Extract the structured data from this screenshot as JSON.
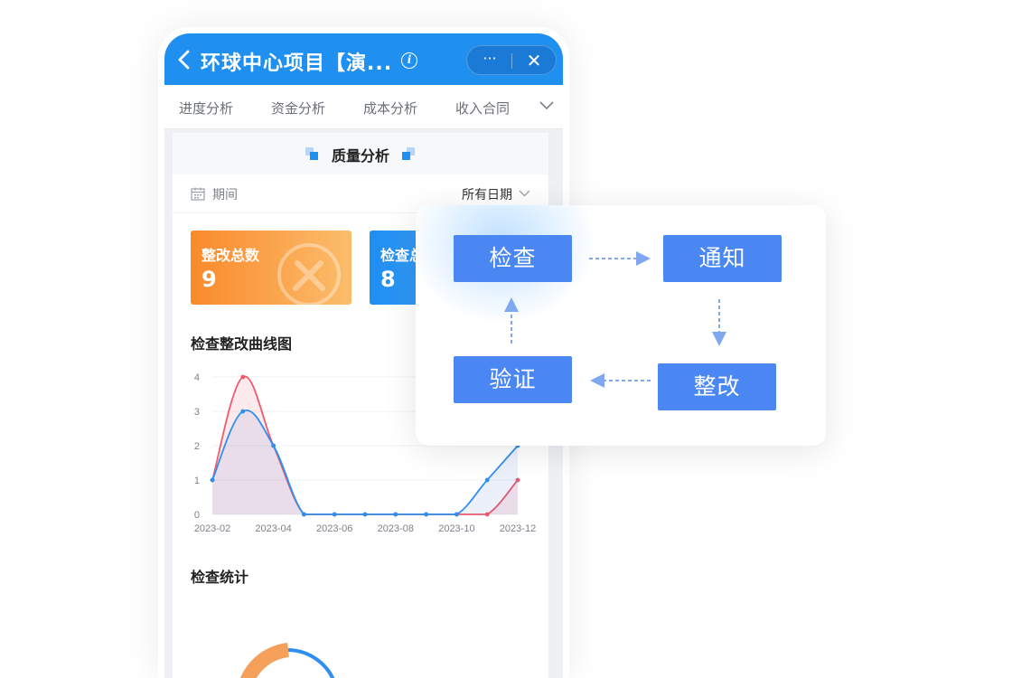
{
  "header": {
    "title": "环球中心项目【演...",
    "info": "i",
    "more": "···",
    "close": "✕"
  },
  "tabs": [
    "进度分析",
    "资金分析",
    "成本分析",
    "收入合同"
  ],
  "section": {
    "title": "质量分析"
  },
  "period": {
    "label": "期间",
    "value": "所有日期"
  },
  "stats": [
    {
      "label": "整改总数",
      "value": "9"
    },
    {
      "label": "检查总",
      "value": "8"
    }
  ],
  "chart_title": "检查整改曲线图",
  "stats_title": "检查统计",
  "chart_data": {
    "type": "line",
    "x": [
      "2023-02",
      "2023-03",
      "2023-04",
      "2023-05",
      "2023-06",
      "2023-07",
      "2023-08",
      "2023-09",
      "2023-10",
      "2023-11",
      "2023-12"
    ],
    "x_tick_labels": [
      "2023-02",
      "2023-04",
      "2023-06",
      "2023-08",
      "2023-10",
      "2023-12"
    ],
    "y_ticks": [
      "0",
      "1",
      "2",
      "3",
      "4"
    ],
    "ylim": [
      0,
      4
    ],
    "series": [
      {
        "color": "#ef5b6b",
        "values": [
          1,
          4,
          2,
          0,
          0,
          0,
          0,
          0,
          0,
          0,
          1
        ]
      },
      {
        "color": "#2f8ff0",
        "values": [
          1,
          3,
          2,
          0,
          0,
          0,
          0,
          0,
          0,
          1,
          2
        ]
      }
    ]
  },
  "flow": {
    "steps": {
      "inspect": "检查",
      "notify": "通知",
      "rectify": "整改",
      "verify": "验证"
    }
  },
  "colors": {
    "header": "#1f8ff0",
    "step": "#4a87f2",
    "orange": "#fa8a2c",
    "blue": "#1e8df2"
  }
}
